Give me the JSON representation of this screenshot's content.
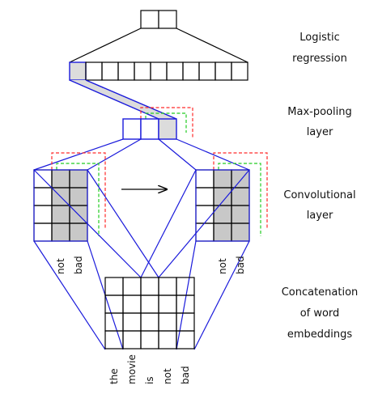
{
  "labels": {
    "logistic_1": "Logistic",
    "logistic_2": "regression",
    "maxpool_1": "Max-pooling",
    "maxpool_2": "layer",
    "conv_1": "Convolutional",
    "conv_2": "layer",
    "concat_1": "Concatenation",
    "concat_2": "of word",
    "concat_3": "embeddings"
  },
  "sentence_words": [
    "the",
    "movie",
    "is",
    "not",
    "bad"
  ],
  "filter_words_left": [
    "not",
    "bad"
  ],
  "filter_words_right": [
    "not",
    "bad"
  ],
  "colors": {
    "blue": "#1a1adb",
    "red_dashed": "#ff2a2a",
    "green_dashed": "#22cc22",
    "highlight_gray": "#c8c8c8",
    "light_gray": "#dcdcdc"
  }
}
